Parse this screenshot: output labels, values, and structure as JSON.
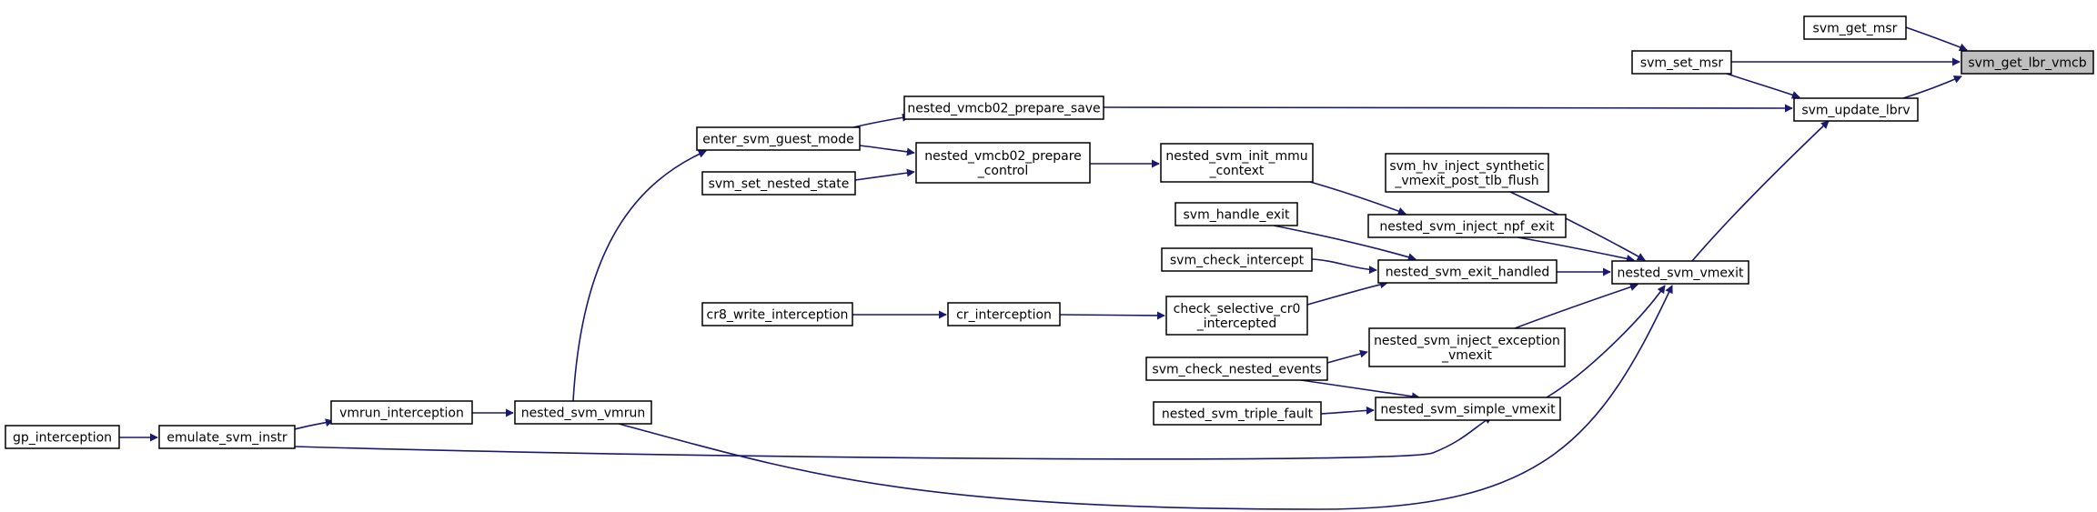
{
  "graph": {
    "title": "",
    "edge_color": "#191970",
    "focus_fill": "#bfbfbf",
    "nodes": [
      {
        "id": "svm_get_lbr_vmcb",
        "lines": [
          "svm_get_lbr_vmcb"
        ],
        "focus": true
      },
      {
        "id": "svm_get_msr",
        "lines": [
          "svm_get_msr"
        ]
      },
      {
        "id": "svm_set_msr",
        "lines": [
          "svm_set_msr"
        ]
      },
      {
        "id": "svm_update_lbrv",
        "lines": [
          "svm_update_lbrv"
        ]
      },
      {
        "id": "nested_vmcb02_prepare_save",
        "lines": [
          "nested_vmcb02_prepare_save"
        ]
      },
      {
        "id": "enter_svm_guest_mode",
        "lines": [
          "enter_svm_guest_mode"
        ]
      },
      {
        "id": "nested_vmcb02_prepare_control",
        "lines": [
          "nested_vmcb02_prepare",
          "_control"
        ]
      },
      {
        "id": "svm_set_nested_state",
        "lines": [
          "svm_set_nested_state"
        ]
      },
      {
        "id": "nested_svm_init_mmu_context",
        "lines": [
          "nested_svm_init_mmu",
          "_context"
        ]
      },
      {
        "id": "svm_hv_inject_synthetic_vmexit_post_tlb_flush",
        "lines": [
          "svm_hv_inject_synthetic",
          "_vmexit_post_tlb_flush"
        ]
      },
      {
        "id": "svm_handle_exit",
        "lines": [
          "svm_handle_exit"
        ]
      },
      {
        "id": "nested_svm_inject_npf_exit",
        "lines": [
          "nested_svm_inject_npf_exit"
        ]
      },
      {
        "id": "svm_check_intercept",
        "lines": [
          "svm_check_intercept"
        ]
      },
      {
        "id": "nested_svm_exit_handled",
        "lines": [
          "nested_svm_exit_handled"
        ]
      },
      {
        "id": "nested_svm_vmexit",
        "lines": [
          "nested_svm_vmexit"
        ]
      },
      {
        "id": "cr8_write_interception",
        "lines": [
          "cr8_write_interception"
        ]
      },
      {
        "id": "cr_interception",
        "lines": [
          "cr_interception"
        ]
      },
      {
        "id": "check_selective_cr0_intercepted",
        "lines": [
          "check_selective_cr0",
          "_intercepted"
        ]
      },
      {
        "id": "nested_svm_inject_exception_vmexit",
        "lines": [
          "nested_svm_inject_exception",
          "_vmexit"
        ]
      },
      {
        "id": "svm_check_nested_events",
        "lines": [
          "svm_check_nested_events"
        ]
      },
      {
        "id": "nested_svm_triple_fault",
        "lines": [
          "nested_svm_triple_fault"
        ]
      },
      {
        "id": "nested_svm_simple_vmexit",
        "lines": [
          "nested_svm_simple_vmexit"
        ]
      },
      {
        "id": "gp_interception",
        "lines": [
          "gp_interception"
        ]
      },
      {
        "id": "emulate_svm_instr",
        "lines": [
          "emulate_svm_instr"
        ]
      },
      {
        "id": "vmrun_interception",
        "lines": [
          "vmrun_interception"
        ]
      },
      {
        "id": "nested_svm_vmrun",
        "lines": [
          "nested_svm_vmrun"
        ]
      }
    ],
    "edges": [
      {
        "from": "svm_get_msr",
        "to": "svm_get_lbr_vmcb"
      },
      {
        "from": "svm_set_msr",
        "to": "svm_get_lbr_vmcb"
      },
      {
        "from": "svm_update_lbrv",
        "to": "svm_get_lbr_vmcb"
      },
      {
        "from": "svm_set_msr",
        "to": "svm_update_lbrv"
      },
      {
        "from": "nested_vmcb02_prepare_save",
        "to": "svm_update_lbrv"
      },
      {
        "from": "nested_svm_vmexit",
        "to": "svm_update_lbrv"
      },
      {
        "from": "enter_svm_guest_mode",
        "to": "nested_vmcb02_prepare_save"
      },
      {
        "from": "enter_svm_guest_mode",
        "to": "nested_vmcb02_prepare_control"
      },
      {
        "from": "svm_set_nested_state",
        "to": "nested_vmcb02_prepare_control"
      },
      {
        "from": "nested_vmcb02_prepare_control",
        "to": "nested_svm_init_mmu_context"
      },
      {
        "from": "nested_svm_init_mmu_context",
        "to": "nested_svm_inject_npf_exit"
      },
      {
        "from": "svm_hv_inject_synthetic_vmexit_post_tlb_flush",
        "to": "nested_svm_vmexit"
      },
      {
        "from": "nested_svm_inject_npf_exit",
        "to": "nested_svm_vmexit"
      },
      {
        "from": "nested_svm_exit_handled",
        "to": "nested_svm_vmexit"
      },
      {
        "from": "nested_svm_inject_exception_vmexit",
        "to": "nested_svm_vmexit"
      },
      {
        "from": "nested_svm_simple_vmexit",
        "to": "nested_svm_vmexit"
      },
      {
        "from": "emulate_svm_instr",
        "to": "nested_svm_vmexit"
      },
      {
        "from": "nested_svm_vmrun",
        "to": "nested_svm_vmexit"
      },
      {
        "from": "svm_handle_exit",
        "to": "nested_svm_exit_handled"
      },
      {
        "from": "svm_check_intercept",
        "to": "nested_svm_exit_handled"
      },
      {
        "from": "check_selective_cr0_intercepted",
        "to": "nested_svm_exit_handled"
      },
      {
        "from": "cr8_write_interception",
        "to": "cr_interception"
      },
      {
        "from": "cr_interception",
        "to": "check_selective_cr0_intercepted"
      },
      {
        "from": "svm_check_nested_events",
        "to": "nested_svm_inject_exception_vmexit"
      },
      {
        "from": "svm_check_nested_events",
        "to": "nested_svm_simple_vmexit"
      },
      {
        "from": "nested_svm_triple_fault",
        "to": "nested_svm_simple_vmexit"
      },
      {
        "from": "gp_interception",
        "to": "emulate_svm_instr"
      },
      {
        "from": "emulate_svm_instr",
        "to": "vmrun_interception"
      },
      {
        "from": "vmrun_interception",
        "to": "nested_svm_vmrun"
      },
      {
        "from": "nested_svm_vmrun",
        "to": "enter_svm_guest_mode"
      }
    ]
  }
}
